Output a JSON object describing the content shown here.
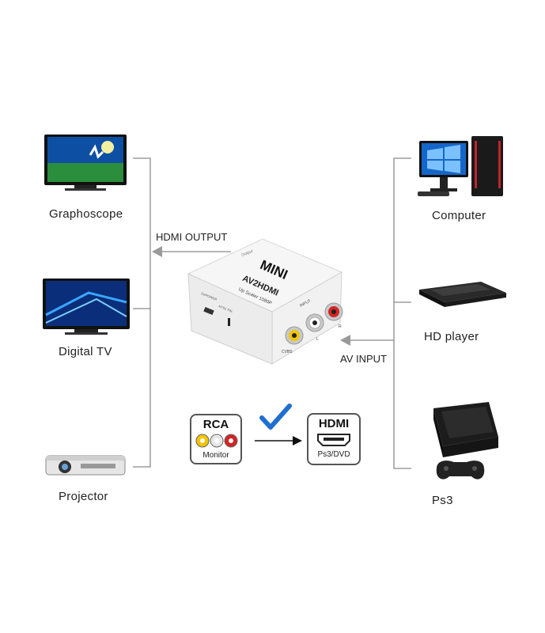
{
  "left_devices": [
    {
      "id": "graphoscope",
      "label": "Graphoscope"
    },
    {
      "id": "digital-tv",
      "label": "Digital  TV"
    },
    {
      "id": "projector",
      "label": "Projector"
    }
  ],
  "right_devices": [
    {
      "id": "computer",
      "label": "Computer"
    },
    {
      "id": "hd-player",
      "label": "HD player"
    },
    {
      "id": "ps3",
      "label": "Ps3"
    }
  ],
  "hdmi_output_label": "HDMI OUTPUT",
  "av_input_label": "AV INPUT",
  "converter": {
    "brand": "MINI",
    "model": "AV2HDMI",
    "subtitle": "Up Scaler 1080P",
    "port_output": "Output",
    "port_input": "INPUT",
    "port_cvbs": "CVBS",
    "port_l": "L",
    "port_r": "R",
    "port_power": "5V/POWER",
    "switch_label": "NTSC PAL"
  },
  "rca_box": {
    "title": "RCA",
    "caption": "Monitor"
  },
  "hdmi_box": {
    "title": "HDMI",
    "caption": "Ps3/DVD"
  },
  "colors": {
    "line": "#8a8a8a",
    "arrow": "#9a9a9a",
    "check": "#1f6fd1",
    "rca_yellow": "#f2c500",
    "rca_white": "#e8e8e8",
    "rca_red": "#d42424"
  }
}
